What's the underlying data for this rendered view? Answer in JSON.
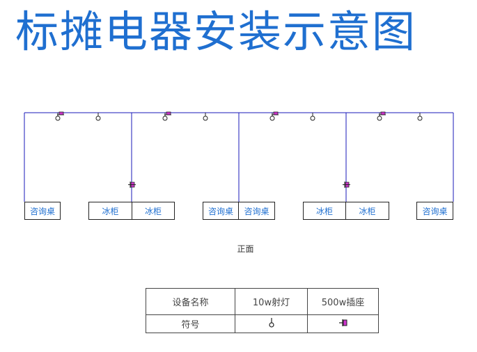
{
  "title": "标摊电器安装示意图",
  "view_label": "正面",
  "colors": {
    "title": "#1f6fd0",
    "wire": "#1a1ab8",
    "socket": "#cc33cc",
    "desk_text": "#1f6fd0"
  },
  "desks": [
    {
      "label": "咨询桌"
    },
    {
      "label": "冰柜"
    },
    {
      "label": "冰柜"
    },
    {
      "label": "咨询桌"
    },
    {
      "label": "咨询桌"
    },
    {
      "label": "冰柜"
    },
    {
      "label": "冰柜"
    },
    {
      "label": "咨询桌"
    }
  ],
  "legend": {
    "header_name": "设备名称",
    "light_name": "10w射灯",
    "socket_name": "500w插座",
    "symbol_label": "符号"
  },
  "icons": {
    "light": "spotlight-icon",
    "socket": "socket-icon"
  }
}
